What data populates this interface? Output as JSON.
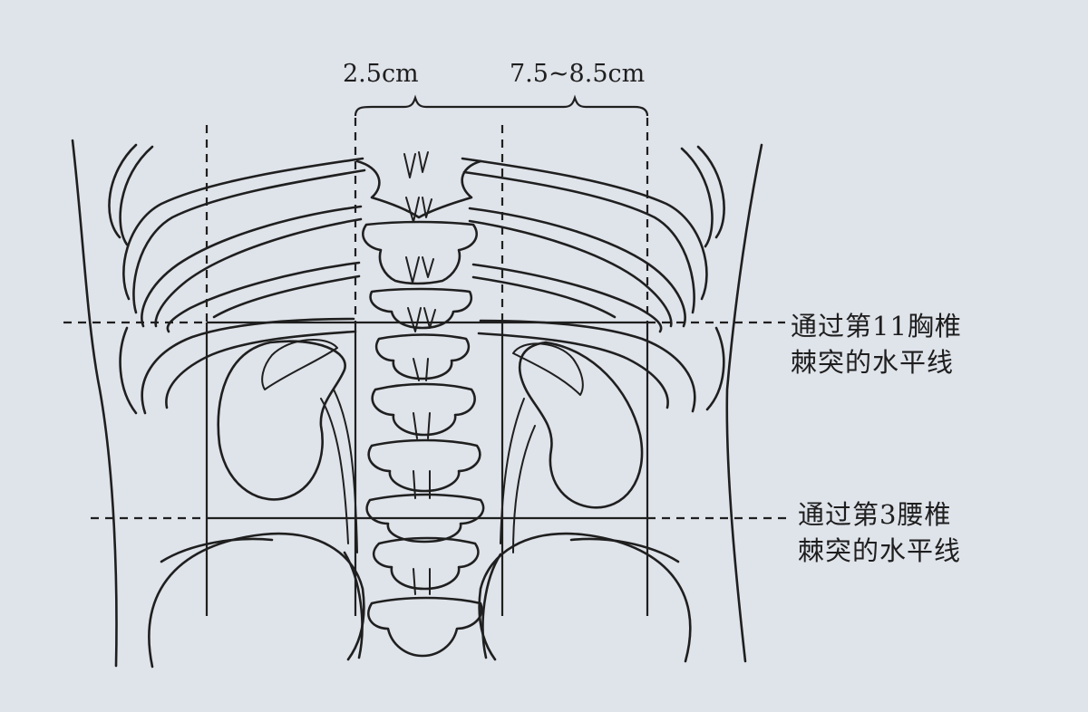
{
  "dimensions": {
    "spine_to_line": "2.5cm",
    "line_to_line": "7.5~8.5cm"
  },
  "reference_lines": {
    "upper": {
      "line1": "通过第11胸椎",
      "line2": "棘突的水平线"
    },
    "lower": {
      "line1": "通过第3腰椎",
      "line2": "棘突的水平线"
    }
  }
}
